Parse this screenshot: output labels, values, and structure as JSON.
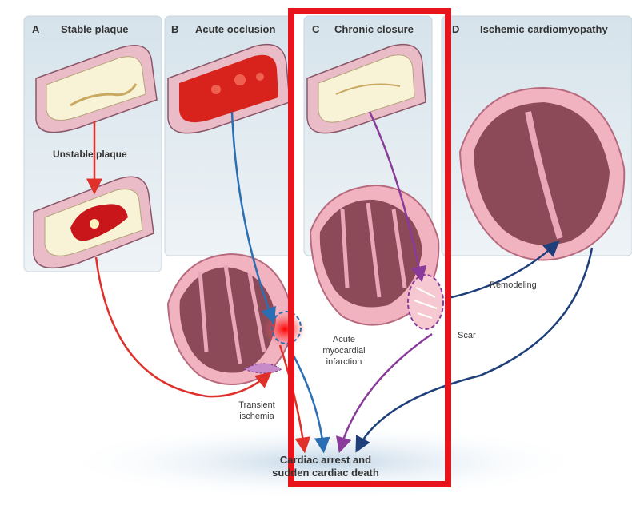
{
  "panels": [
    {
      "letter": "A",
      "title": "Stable plaque"
    },
    {
      "letter": "B",
      "title": "Acute occlusion"
    },
    {
      "letter": "C",
      "title": "Chronic closure"
    },
    {
      "letter": "D",
      "title": "Ischemic cardiomyopathy"
    }
  ],
  "labels": {
    "unstable_plaque": "Unstable plaque",
    "transient_ischemia_1": "Transient",
    "transient_ischemia_2": "ischemia",
    "acute_mi_1": "Acute",
    "acute_mi_2": "myocardial",
    "acute_mi_3": "infarction",
    "scar": "Scar",
    "remodeling": "Remodeling",
    "outcome_1": "Cardiac arrest and",
    "outcome_2": "sudden cardiac death"
  },
  "colors": {
    "panel_bg": "#dfe9ef",
    "highlight": "#e8141b",
    "arrow_red": "#e0302a",
    "arrow_blue": "#2a6fb4",
    "arrow_purple": "#8a3a9a",
    "arrow_navy": "#1e3f7a",
    "heart_dark": "#8c4a58",
    "heart_light": "#f2b3c0"
  }
}
